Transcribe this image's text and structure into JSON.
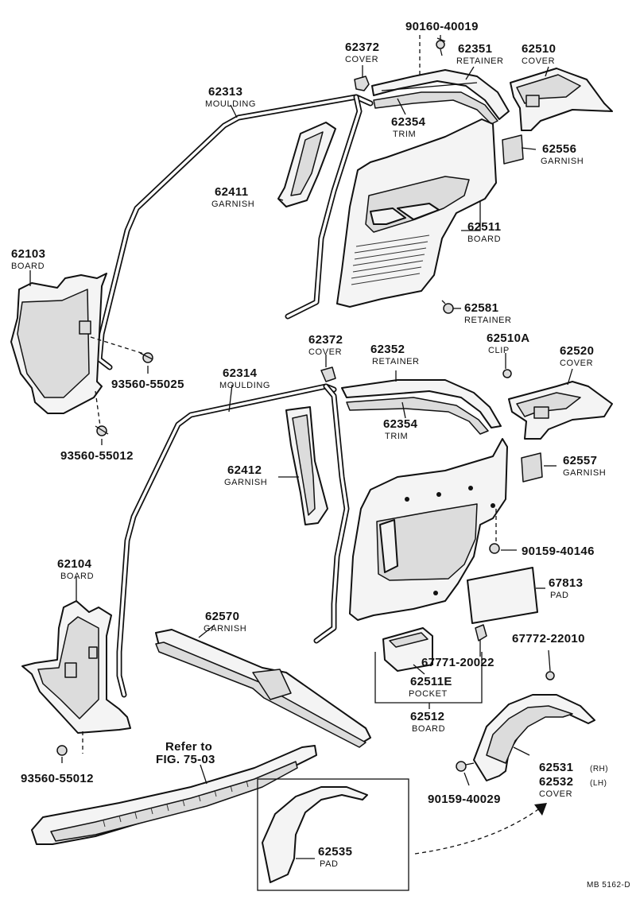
{
  "diagram_code": "MB 5162-D",
  "reference": {
    "line1": "Refer to",
    "line2": "FIG. 75-03"
  },
  "labels": {
    "p90160": {
      "number": "90160-40019"
    },
    "p62372a": {
      "number": "62372",
      "name": "COVER"
    },
    "p62351": {
      "number": "62351",
      "name": "RETAINER"
    },
    "p62510": {
      "number": "62510",
      "name": "COVER"
    },
    "p62313": {
      "number": "62313",
      "name": "MOULDING"
    },
    "p62354a": {
      "number": "62354",
      "name": "TRIM"
    },
    "p62556": {
      "number": "62556",
      "name": "GARNISH"
    },
    "p62411": {
      "number": "62411",
      "name": "GARNISH"
    },
    "p62511": {
      "number": "62511",
      "name": "BOARD"
    },
    "p62103": {
      "number": "62103",
      "name": "BOARD"
    },
    "p62581": {
      "number": "62581",
      "name": "RETAINER"
    },
    "p62372b": {
      "number": "62372",
      "name": "COVER"
    },
    "p62352": {
      "number": "62352",
      "name": "RETAINER"
    },
    "p62510A": {
      "number": "62510A",
      "name": "CLIP"
    },
    "p62520": {
      "number": "62520",
      "name": "COVER"
    },
    "p62314": {
      "number": "62314",
      "name": "MOULDING"
    },
    "p93560a": {
      "number": "93560-55025"
    },
    "p62354b": {
      "number": "62354",
      "name": "TRIM"
    },
    "p93560b": {
      "number": "93560-55012"
    },
    "p62412": {
      "number": "62412",
      "name": "GARNISH"
    },
    "p62557": {
      "number": "62557",
      "name": "GARNISH"
    },
    "p90159a": {
      "number": "90159-40146"
    },
    "p62104": {
      "number": "62104",
      "name": "BOARD"
    },
    "p67813": {
      "number": "67813",
      "name": "PAD"
    },
    "p62570": {
      "number": "62570",
      "name": "GARNISH"
    },
    "p67772": {
      "number": "67772-22010"
    },
    "p67771": {
      "number": "67771-20022"
    },
    "p62511E": {
      "number": "62511E",
      "name": "POCKET"
    },
    "p62512": {
      "number": "62512",
      "name": "BOARD"
    },
    "p93560c": {
      "number": "93560-55012"
    },
    "p62531": {
      "number": "62531",
      "side": "(RH)"
    },
    "p62532": {
      "number": "62532",
      "side": "(LH)",
      "name": "COVER"
    },
    "p90159b": {
      "number": "90159-40029"
    },
    "p62535": {
      "number": "62535",
      "name": "PAD"
    }
  }
}
